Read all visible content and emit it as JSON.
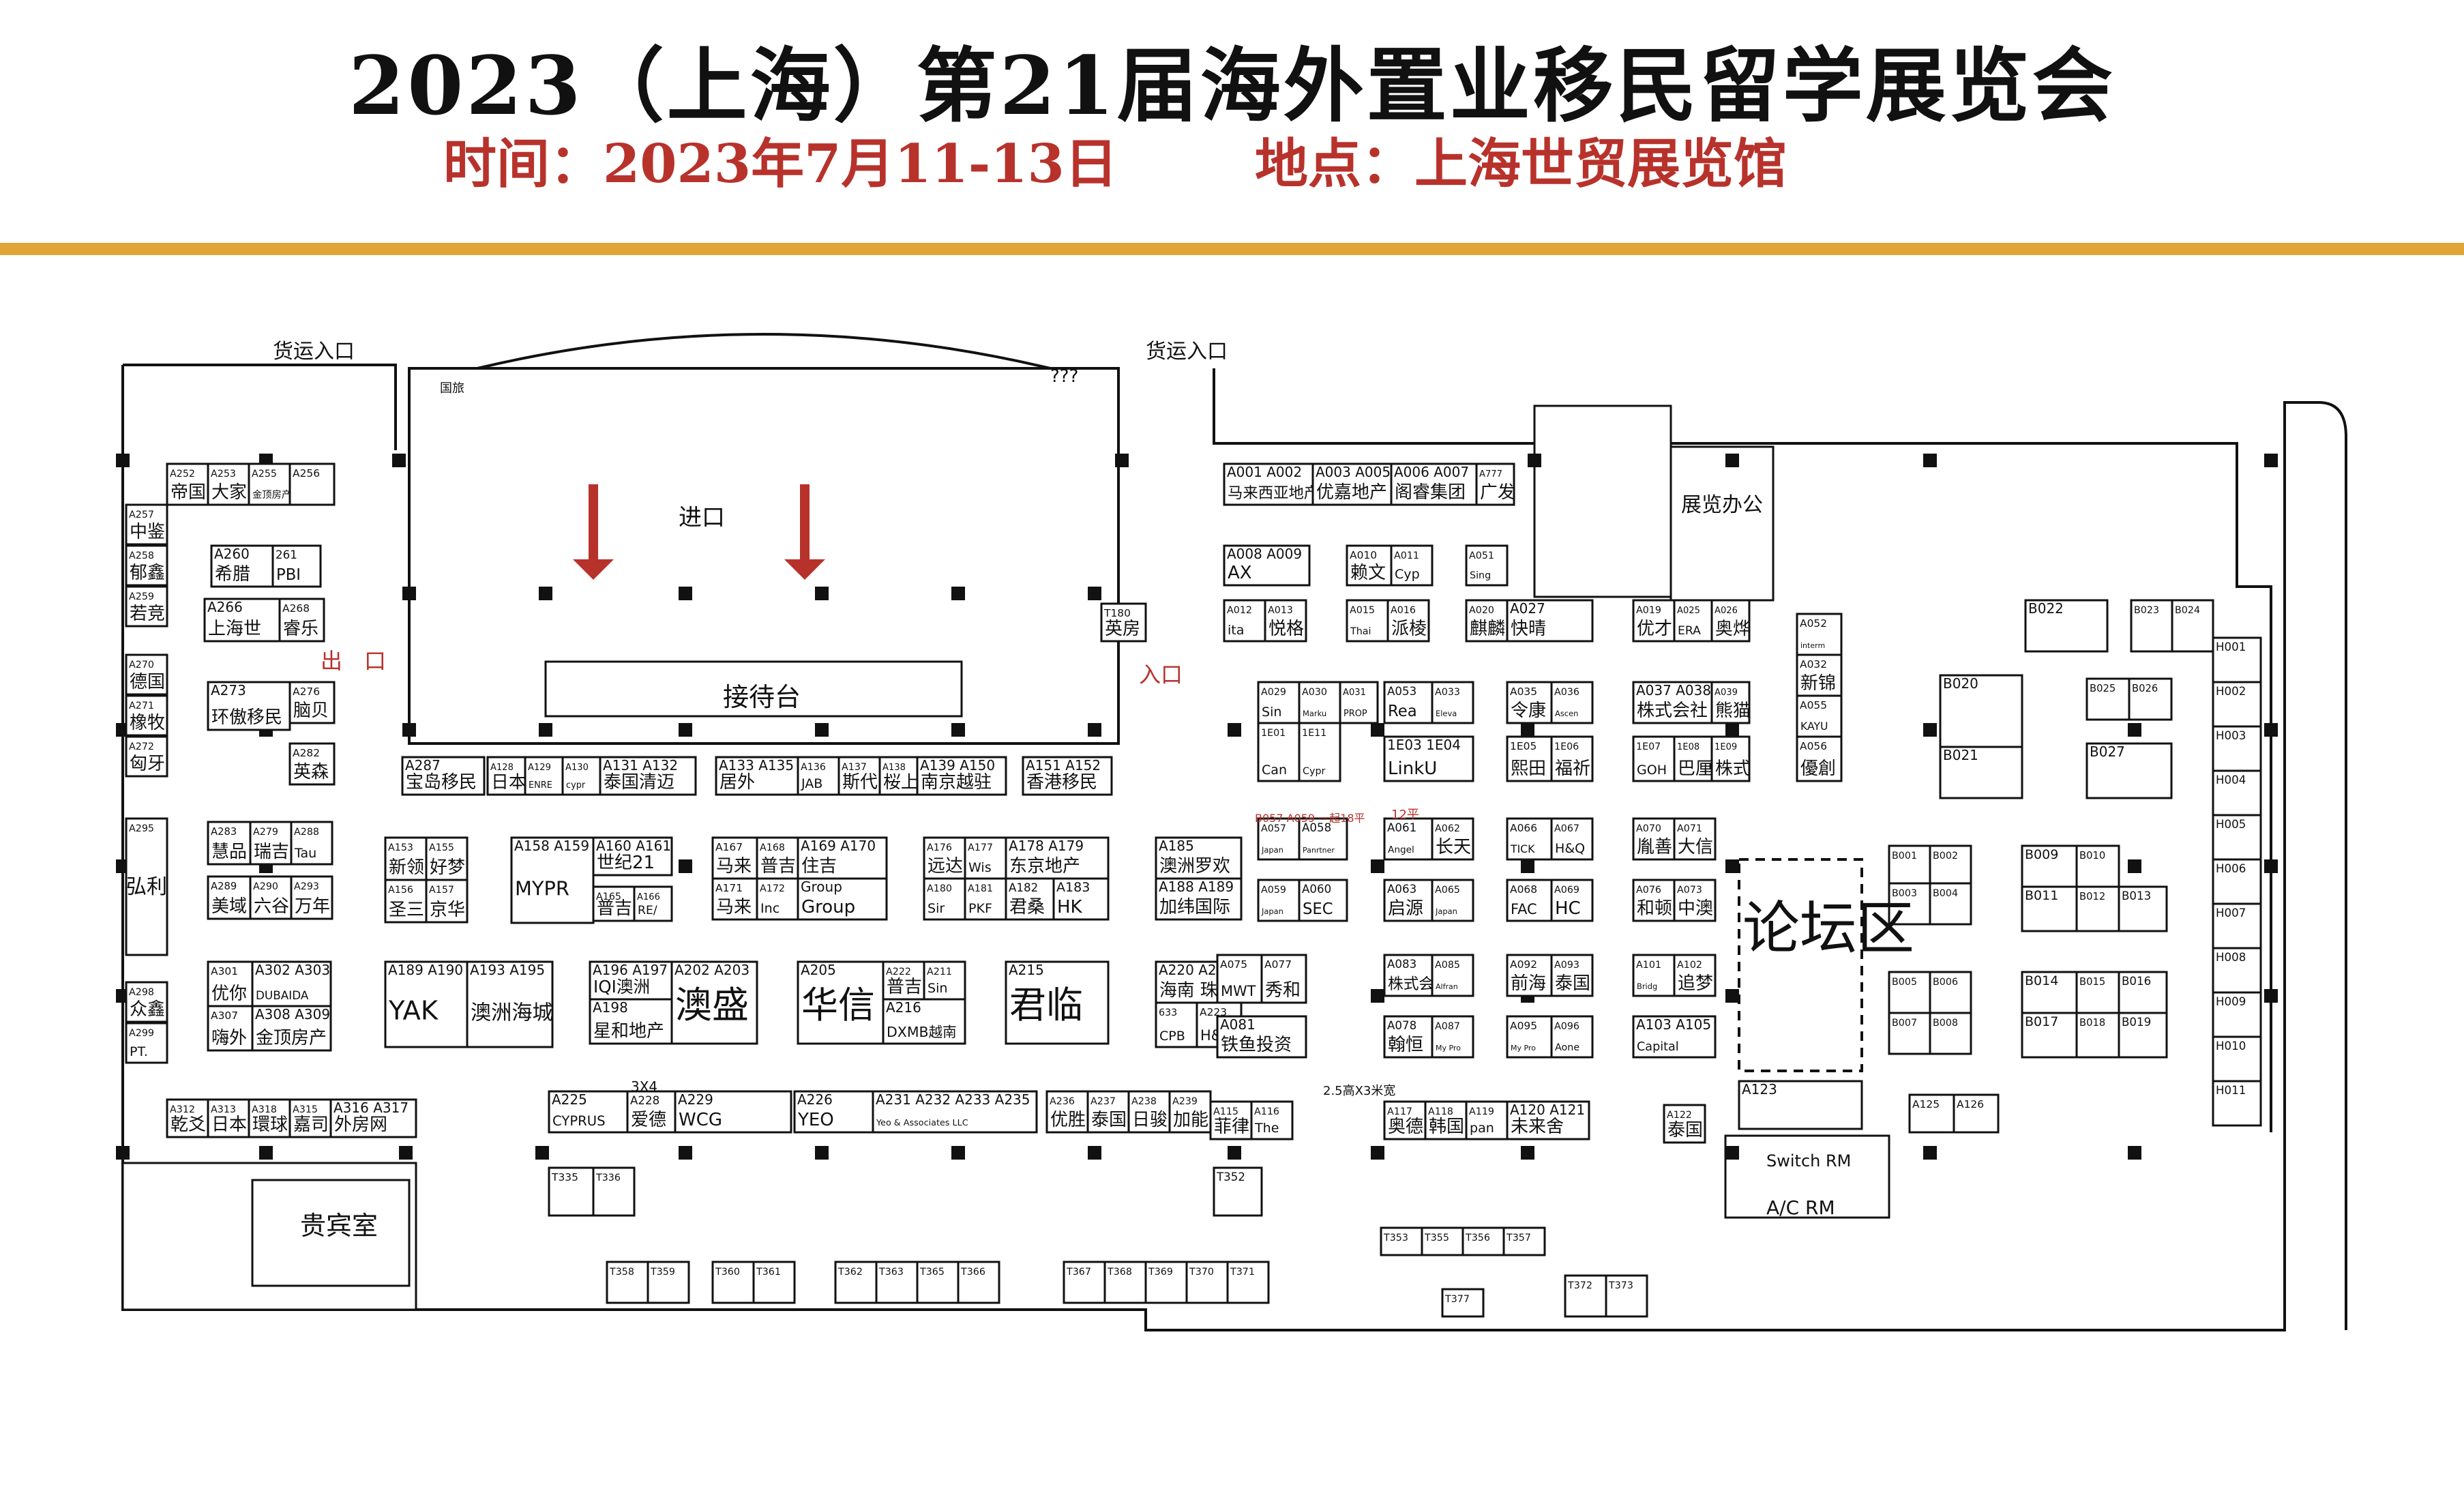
{
  "header": {
    "title": "2023（上海）第21届海外置业移民留学展览会",
    "time": "时间：2023年7月11-13日",
    "venue": "地点：上海世贸展览馆"
  },
  "floorplan": {
    "labels": {
      "cargo_entrance": "货运入口",
      "entrance": "进口",
      "reception": "接待台",
      "exit": "出　口",
      "enter": "入口",
      "office": "展览办公",
      "forum": "论坛区",
      "vip": "贵宾室",
      "switch_rm": "Switch RM",
      "ac_rm": "A/C RM",
      "hongli": "弘利",
      "guozong": "国旅",
      "note_b": "B057 A059 一起18平",
      "note_12": "12平",
      "note_size": "2.5高X3米宽",
      "note_3x4": "3X4",
      "qqq": "???"
    },
    "booths": [
      {
        "id": "A252",
        "name": "帝国"
      },
      {
        "id": "A253",
        "name": "大家"
      },
      {
        "id": "A255",
        "name": "金顶房产"
      },
      {
        "id": "A256",
        "name": ""
      },
      {
        "id": "A257",
        "name": "中鉴"
      },
      {
        "id": "A258",
        "name": "郁鑫"
      },
      {
        "id": "A259",
        "name": "若竞"
      },
      {
        "id": "A260",
        "name": "希腊"
      },
      {
        "id": "261",
        "name": "PBI"
      },
      {
        "id": "A266",
        "name": "上海世"
      },
      {
        "id": "A268",
        "name": "睿乐"
      },
      {
        "id": "A270",
        "name": "德国"
      },
      {
        "id": "A271",
        "name": "橡牧"
      },
      {
        "id": "A272",
        "name": "匈牙"
      },
      {
        "id": "A273",
        "name": "环傲移民"
      },
      {
        "id": "A276",
        "name": "脑贝"
      },
      {
        "id": "A282",
        "name": "英森"
      },
      {
        "id": "A287",
        "name": "宝岛移民"
      },
      {
        "id": "A128",
        "name": "日本"
      },
      {
        "id": "A129",
        "name": "ENRE"
      },
      {
        "id": "A130",
        "name": "cypr"
      },
      {
        "id": "A131 A132",
        "name": "泰国清迈"
      },
      {
        "id": "A133 A135",
        "name": "居外"
      },
      {
        "id": "A136",
        "name": "JAB"
      },
      {
        "id": "A137",
        "name": "斯代"
      },
      {
        "id": "A138",
        "name": "桜上"
      },
      {
        "id": "A139 A150",
        "name": "南京越驻"
      },
      {
        "id": "A151 A152",
        "name": "香港移民"
      },
      {
        "id": "T180",
        "name": "英房"
      },
      {
        "id": "A283",
        "name": "慧品"
      },
      {
        "id": "A279",
        "name": "瑞吉"
      },
      {
        "id": "A288",
        "name": "Tau"
      },
      {
        "id": "A289",
        "name": "美域"
      },
      {
        "id": "A290",
        "name": "六谷"
      },
      {
        "id": "A293",
        "name": "万年"
      },
      {
        "id": "A153",
        "name": "新领"
      },
      {
        "id": "A155",
        "name": "好梦"
      },
      {
        "id": "A156",
        "name": "圣三"
      },
      {
        "id": "A157",
        "name": "京华"
      },
      {
        "id": "A158 A159",
        "name": "MYPR"
      },
      {
        "id": "A160 A161",
        "name": "世纪21"
      },
      {
        "id": "A165",
        "name": "普吉"
      },
      {
        "id": "A166",
        "name": "RE/"
      },
      {
        "id": "A167",
        "name": "马来"
      },
      {
        "id": "A168",
        "name": "普吉"
      },
      {
        "id": "A169 A170",
        "name": "住吉"
      },
      {
        "id": "A171",
        "name": "马来"
      },
      {
        "id": "A172",
        "name": "Inc"
      },
      {
        "id": "Group",
        "name": "Group"
      },
      {
        "id": "A176",
        "name": "远达"
      },
      {
        "id": "A177",
        "name": "Wis"
      },
      {
        "id": "A178 A179",
        "name": "东京地产"
      },
      {
        "id": "A180",
        "name": "Sir"
      },
      {
        "id": "A181",
        "name": "PKF"
      },
      {
        "id": "A182",
        "name": "君桑"
      },
      {
        "id": "A183",
        "name": "HK"
      },
      {
        "id": "A185",
        "name": "澳洲罗欢"
      },
      {
        "id": "A188 A189",
        "name": "加纬国际"
      },
      {
        "id": "A301",
        "name": "优你"
      },
      {
        "id": "A302 A303",
        "name": "DUBAIDA"
      },
      {
        "id": "A307",
        "name": "嗨外"
      },
      {
        "id": "A308 A309",
        "name": "金顶房产"
      },
      {
        "id": "A189 A190",
        "name": "YAK"
      },
      {
        "id": "A193 A195",
        "name": "澳洲海城"
      },
      {
        "id": "A196 A197",
        "name": "IQI澳洲"
      },
      {
        "id": "A198",
        "name": "星和地产"
      },
      {
        "id": "A202 A203",
        "name": "澳盛"
      },
      {
        "id": "A205",
        "name": "华信"
      },
      {
        "id": "A222",
        "name": "普吉"
      },
      {
        "id": "A211",
        "name": "Sin"
      },
      {
        "id": "A216",
        "name": "DXMB越南"
      },
      {
        "id": "A215",
        "name": "君临"
      },
      {
        "id": "A220 A221",
        "name": "海南 珠海"
      },
      {
        "id": "633",
        "name": "CPB"
      },
      {
        "id": "A223",
        "name": "H&S"
      },
      {
        "id": "A298",
        "name": "众鑫"
      },
      {
        "id": "A299",
        "name": "PT."
      },
      {
        "id": "A295",
        "name": ""
      },
      {
        "id": "A312",
        "name": "乾爻"
      },
      {
        "id": "A313",
        "name": "日本"
      },
      {
        "id": "A318",
        "name": "環球"
      },
      {
        "id": "A315",
        "name": "嘉司"
      },
      {
        "id": "A316 A317",
        "name": "外房网"
      },
      {
        "id": "A225",
        "name": "CYPRUS"
      },
      {
        "id": "A228",
        "name": "爱德"
      },
      {
        "id": "A229",
        "name": "WCG"
      },
      {
        "id": "A226",
        "name": "YEO"
      },
      {
        "id": "A231 A232 A233 A235",
        "name": "Yeo & Associates LLC"
      },
      {
        "id": "A236",
        "name": "优胜"
      },
      {
        "id": "A237",
        "name": "泰国"
      },
      {
        "id": "A238",
        "name": "日骏"
      },
      {
        "id": "A239",
        "name": "加能"
      },
      {
        "id": "A001 A002",
        "name": "马来西亚地产"
      },
      {
        "id": "A003 A005",
        "name": "优嘉地产"
      },
      {
        "id": "A006 A007",
        "name": "阁睿集团"
      },
      {
        "id": "A777",
        "name": "广发"
      },
      {
        "id": "A008 A009",
        "name": "AX"
      },
      {
        "id": "A010",
        "name": "赖文"
      },
      {
        "id": "A011",
        "name": "Cyp"
      },
      {
        "id": "A051",
        "name": "Sing"
      },
      {
        "id": "A012",
        "name": "ita"
      },
      {
        "id": "A013",
        "name": "悦格"
      },
      {
        "id": "A015",
        "name": "Thai"
      },
      {
        "id": "A016",
        "name": "派棱"
      },
      {
        "id": "A020",
        "name": "麒麟"
      },
      {
        "id": "A027",
        "name": "快晴"
      },
      {
        "id": "A019",
        "name": "优才"
      },
      {
        "id": "A025",
        "name": "ERA"
      },
      {
        "id": "A026",
        "name": "奥烨"
      },
      {
        "id": "A029",
        "name": "Sin"
      },
      {
        "id": "A030",
        "name": "Marku"
      },
      {
        "id": "A031",
        "name": "PROP"
      },
      {
        "id": "1E01",
        "name": "Can"
      },
      {
        "id": "1E11",
        "name": "Cypr"
      },
      {
        "id": "A053",
        "name": "Rea"
      },
      {
        "id": "A033",
        "name": "Eleva"
      },
      {
        "id": "1E03 1E04",
        "name": "LinkU"
      },
      {
        "id": "A035",
        "name": "令康"
      },
      {
        "id": "A036",
        "name": "Ascen"
      },
      {
        "id": "1E05",
        "name": "熙田"
      },
      {
        "id": "1E06",
        "name": "福祈"
      },
      {
        "id": "A037 A038",
        "name": "株式会社"
      },
      {
        "id": "A039",
        "name": "熊猫"
      },
      {
        "id": "1E07",
        "name": "GOH"
      },
      {
        "id": "1E08",
        "name": "巴厘"
      },
      {
        "id": "1E09",
        "name": "株式"
      },
      {
        "id": "A052",
        "name": "interm"
      },
      {
        "id": "A032",
        "name": "新锦"
      },
      {
        "id": "A055",
        "name": "KAYU"
      },
      {
        "id": "A056",
        "name": "優創"
      },
      {
        "id": "A057",
        "name": "Japan"
      },
      {
        "id": "A058",
        "name": "Panrtner"
      },
      {
        "id": "A059",
        "name": "Japan"
      },
      {
        "id": "A060",
        "name": "SEC"
      },
      {
        "id": "A061",
        "name": "Angel"
      },
      {
        "id": "A062",
        "name": "长天"
      },
      {
        "id": "A063",
        "name": "启源"
      },
      {
        "id": "A065",
        "name": "Japan"
      },
      {
        "id": "A066",
        "name": "TICK"
      },
      {
        "id": "A067",
        "name": "H&Q"
      },
      {
        "id": "A068",
        "name": "FAC"
      },
      {
        "id": "A069",
        "name": "HC"
      },
      {
        "id": "A070",
        "name": "胤善"
      },
      {
        "id": "A071",
        "name": "大信"
      },
      {
        "id": "A076",
        "name": "和顿"
      },
      {
        "id": "A073",
        "name": "中澳"
      },
      {
        "id": "A075",
        "name": "MWT"
      },
      {
        "id": "A077",
        "name": "秀和"
      },
      {
        "id": "A081",
        "name": "铁鱼投资"
      },
      {
        "id": "A083",
        "name": "株式会"
      },
      {
        "id": "A085",
        "name": "Alfran"
      },
      {
        "id": "A078",
        "name": "翰恒"
      },
      {
        "id": "A087",
        "name": "My Pro"
      },
      {
        "id": "A092",
        "name": "前海"
      },
      {
        "id": "A093",
        "name": "泰国"
      },
      {
        "id": "A095",
        "name": "My Pro"
      },
      {
        "id": "A096",
        "name": "Aone"
      },
      {
        "id": "A101",
        "name": "Bridg"
      },
      {
        "id": "A102",
        "name": "追梦"
      },
      {
        "id": "A103 A105",
        "name": "Capital"
      },
      {
        "id": "A115",
        "name": "菲律"
      },
      {
        "id": "A116",
        "name": "The"
      },
      {
        "id": "A117",
        "name": "奥德"
      },
      {
        "id": "A118",
        "name": "韩国"
      },
      {
        "id": "A119",
        "name": "pan"
      },
      {
        "id": "A120 A121",
        "name": "未来舍"
      },
      {
        "id": "A122",
        "name": "泰国"
      },
      {
        "id": "A123",
        "name": ""
      },
      {
        "id": "A125",
        "name": ""
      },
      {
        "id": "A126",
        "name": ""
      },
      {
        "id": "B022",
        "name": ""
      },
      {
        "id": "B023",
        "name": ""
      },
      {
        "id": "B024",
        "name": ""
      },
      {
        "id": "B020",
        "name": ""
      },
      {
        "id": "B021",
        "name": ""
      },
      {
        "id": "B025",
        "name": ""
      },
      {
        "id": "B026",
        "name": ""
      },
      {
        "id": "B027",
        "name": ""
      },
      {
        "id": "B001",
        "name": ""
      },
      {
        "id": "B002",
        "name": ""
      },
      {
        "id": "B003",
        "name": ""
      },
      {
        "id": "B004",
        "name": ""
      },
      {
        "id": "B009",
        "name": ""
      },
      {
        "id": "B010",
        "name": ""
      },
      {
        "id": "B011",
        "name": ""
      },
      {
        "id": "B012",
        "name": ""
      },
      {
        "id": "B013",
        "name": ""
      },
      {
        "id": "B005",
        "name": ""
      },
      {
        "id": "B006",
        "name": ""
      },
      {
        "id": "B007",
        "name": ""
      },
      {
        "id": "B008",
        "name": ""
      },
      {
        "id": "B014",
        "name": ""
      },
      {
        "id": "B015",
        "name": ""
      },
      {
        "id": "B016",
        "name": ""
      },
      {
        "id": "B017",
        "name": ""
      },
      {
        "id": "B018",
        "name": ""
      },
      {
        "id": "B019",
        "name": ""
      },
      {
        "id": "H001",
        "name": ""
      },
      {
        "id": "H002",
        "name": ""
      },
      {
        "id": "H003",
        "name": ""
      },
      {
        "id": "H004",
        "name": ""
      },
      {
        "id": "H005",
        "name": ""
      },
      {
        "id": "H006",
        "name": ""
      },
      {
        "id": "H007",
        "name": ""
      },
      {
        "id": "H008",
        "name": ""
      },
      {
        "id": "H009",
        "name": ""
      },
      {
        "id": "H010",
        "name": ""
      },
      {
        "id": "H011",
        "name": ""
      },
      {
        "id": "T335",
        "name": ""
      },
      {
        "id": "T336",
        "name": ""
      },
      {
        "id": "T352",
        "name": ""
      },
      {
        "id": "T353",
        "name": ""
      },
      {
        "id": "T355",
        "name": ""
      },
      {
        "id": "T356",
        "name": ""
      },
      {
        "id": "T357",
        "name": ""
      },
      {
        "id": "T358",
        "name": ""
      },
      {
        "id": "T359",
        "name": ""
      },
      {
        "id": "T360",
        "name": ""
      },
      {
        "id": "T361",
        "name": ""
      },
      {
        "id": "T362",
        "name": ""
      },
      {
        "id": "T363",
        "name": ""
      },
      {
        "id": "T365",
        "name": ""
      },
      {
        "id": "T366",
        "name": ""
      },
      {
        "id": "T367",
        "name": ""
      },
      {
        "id": "T368",
        "name": ""
      },
      {
        "id": "T369",
        "name": ""
      },
      {
        "id": "T370",
        "name": ""
      },
      {
        "id": "T371",
        "name": ""
      },
      {
        "id": "T372",
        "name": ""
      },
      {
        "id": "T373",
        "name": ""
      },
      {
        "id": "T377",
        "name": ""
      }
    ]
  }
}
